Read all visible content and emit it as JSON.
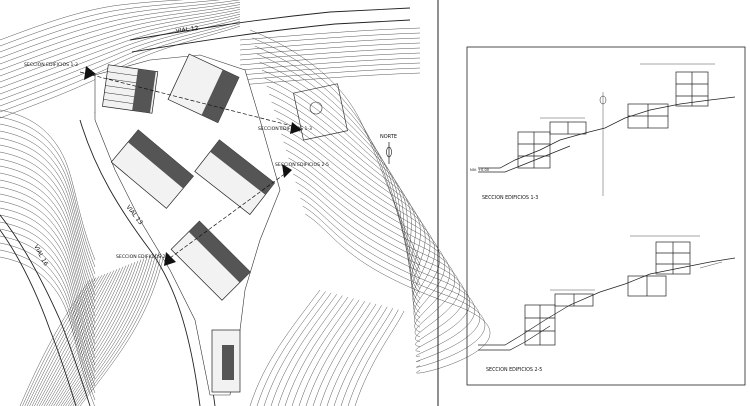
{
  "site_plan": {
    "road_labels": [
      "VIAL 12",
      "VIAL 13",
      "VIAL 16"
    ],
    "section_labels": [
      "SECCION EDIFICIOS 1-3",
      "SECCION EDIFICIOS 1-3",
      "SECCION EDIFICIOS 2-5",
      "SECCION EDIFICIOS 2-5"
    ],
    "north_label": "NORTE",
    "colors": {
      "linework": "#333333",
      "building_fill": "#555555",
      "paper": "#ffffff"
    }
  },
  "sections_sheet": {
    "top_caption": "SECCION EDIFICIOS 1-3",
    "bottom_caption": "SECCION EDIFICIOS 2-5",
    "level_tag": "NIV. +0.00"
  }
}
